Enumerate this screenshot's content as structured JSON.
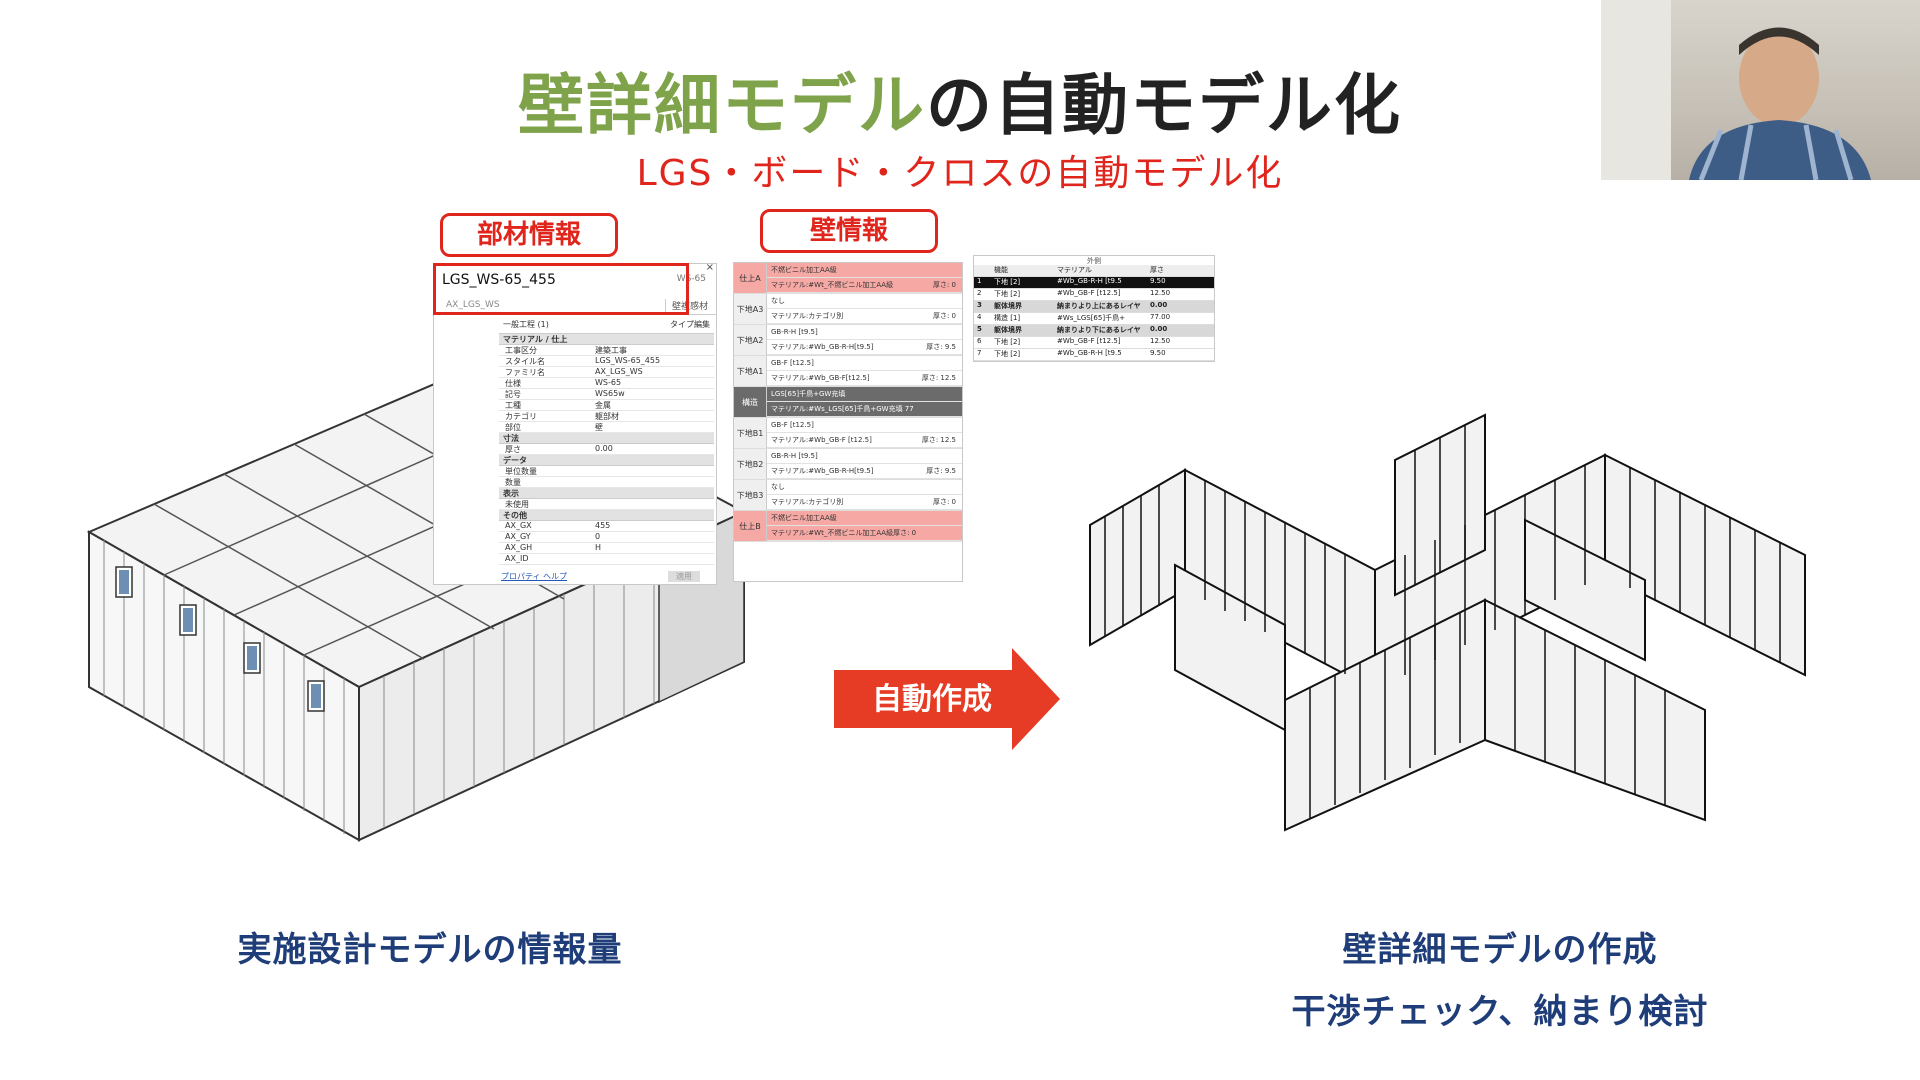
{
  "slide": {
    "title_green": "壁詳細モデル",
    "title_rest": "の自動モデル化",
    "subtitle": "LGS・ボード・クロスの自動モデル化",
    "tag_left": "部材情報",
    "tag_right": "壁情報",
    "arrow_label": "自動作成",
    "caption_left": "実施設計モデルの情報量",
    "caption_right_1": "壁詳細モデルの作成",
    "caption_right_2": "干渉チェック、納まり検討"
  },
  "props_panel": {
    "type_name": "LGS_WS-65_455",
    "type_code": "WS-65",
    "family": "AX_LGS_WS",
    "edit_button": "壁複感材",
    "selector": "一般工程 (1)",
    "type_edit": "タイプ編集",
    "section_material": "マテリアル / 仕上",
    "rows_a": [
      {
        "k": "工事区分",
        "v": "建築工事"
      },
      {
        "k": "スタイル名",
        "v": "LGS_WS-65_455"
      },
      {
        "k": "ファミリ名",
        "v": "AX_LGS_WS"
      },
      {
        "k": "仕様",
        "v": "WS-65"
      },
      {
        "k": "記号",
        "v": "WS65w"
      },
      {
        "k": "工種",
        "v": "金属"
      },
      {
        "k": "カテゴリ",
        "v": "躯部材"
      },
      {
        "k": "部位",
        "v": "壁"
      }
    ],
    "section_dim": "寸法",
    "rows_b": [
      {
        "k": "厚さ",
        "v": "0.00"
      }
    ],
    "section_data": "データ",
    "rows_c": [
      {
        "k": "単位数量",
        "v": ""
      },
      {
        "k": "数量",
        "v": ""
      }
    ],
    "section_display": "表示",
    "rows_d": [
      {
        "k": "未使用",
        "v": ""
      }
    ],
    "section_other": "その他",
    "rows_e": [
      {
        "k": "AX_GX",
        "v": "455"
      },
      {
        "k": "AX_GY",
        "v": "0"
      },
      {
        "k": "AX_GH",
        "v": "H"
      },
      {
        "k": "AX_ID",
        "v": ""
      }
    ],
    "help_link": "プロパティ ヘルプ",
    "apply": "適用"
  },
  "wall_panel": {
    "groups": [
      {
        "label": "仕上A",
        "style": "red",
        "lines": [
          {
            "t": "不燃ビニル加工AA級",
            "v": ""
          },
          {
            "t": "マテリアル:#Wt_不燃ビニル加工AA級",
            "v": "厚さ: 0"
          }
        ]
      },
      {
        "label": "下地A3",
        "style": "",
        "lines": [
          {
            "t": "なし",
            "v": ""
          },
          {
            "t": "マテリアル:カテゴリ別",
            "v": "厚さ: 0"
          }
        ]
      },
      {
        "label": "下地A2",
        "style": "",
        "lines": [
          {
            "t": "GB-R-H [t9.5]",
            "v": ""
          },
          {
            "t": "マテリアル:#Wb_GB-R-H[t9.5]",
            "v": "厚さ: 9.5"
          }
        ]
      },
      {
        "label": "下地A1",
        "style": "",
        "lines": [
          {
            "t": "GB-F [t12.5]",
            "v": ""
          },
          {
            "t": "マテリアル:#Wb_GB-F[t12.5]",
            "v": "厚さ: 12.5"
          }
        ]
      },
      {
        "label": "構造",
        "style": "dark",
        "lines": [
          {
            "t": "LGS[65]千鳥+GW充填",
            "v": ""
          },
          {
            "t": "マテリアル:#Ws_LGS[65]千鳥+GW充填 77",
            "v": ""
          }
        ]
      },
      {
        "label": "下地B1",
        "style": "",
        "lines": [
          {
            "t": "GB-F [t12.5]",
            "v": ""
          },
          {
            "t": "マテリアル:#Wb_GB-F [t12.5]",
            "v": "厚さ: 12.5"
          }
        ]
      },
      {
        "label": "下地B2",
        "style": "",
        "lines": [
          {
            "t": "GB-R-H [t9.5]",
            "v": ""
          },
          {
            "t": "マテリアル:#Wb_GB-R-H[t9.5]",
            "v": "厚さ: 9.5"
          }
        ]
      },
      {
        "label": "下地B3",
        "style": "",
        "lines": [
          {
            "t": "なし",
            "v": ""
          },
          {
            "t": "マテリアル:カテゴリ別",
            "v": "厚さ: 0"
          }
        ]
      },
      {
        "label": "仕上B",
        "style": "red",
        "lines": [
          {
            "t": "不燃ビニル加工AA級",
            "v": ""
          },
          {
            "t": "マテリアル:#Wt_不燃ビニル加工AA級厚さ: 0",
            "v": ""
          }
        ]
      }
    ]
  },
  "layer_table": {
    "caption": "外側",
    "headers": [
      "",
      "機能",
      "マテリアル",
      "厚さ"
    ],
    "rows": [
      [
        "1",
        "下地 [2]",
        "#Wb_GB-R-H [t9.5",
        "9.50"
      ],
      [
        "2",
        "下地 [2]",
        "#Wb_GB-F [t12.5]",
        "12.50"
      ],
      [
        "3",
        "躯体境界",
        "納まりより上にあるレイヤ",
        "0.00"
      ],
      [
        "4",
        "構造 [1]",
        "#Ws_LGS[65]千鳥+",
        "77.00"
      ],
      [
        "5",
        "躯体境界",
        "納まりより下にあるレイヤ",
        "0.00"
      ],
      [
        "6",
        "下地 [2]",
        "#Wb_GB-F [t12.5]",
        "12.50"
      ],
      [
        "7",
        "下地 [2]",
        "#Wb_GB-R-H [t9.5",
        "9.50"
      ]
    ]
  }
}
